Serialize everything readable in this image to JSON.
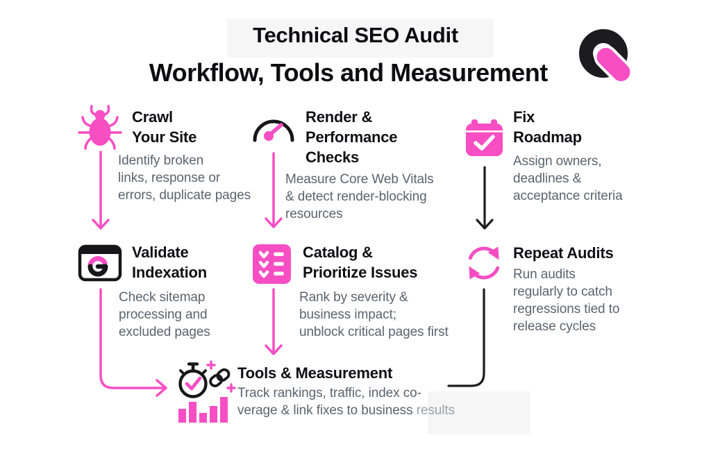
{
  "header": {
    "title_line1": "Technical SEO Audit",
    "title_line2": "Workflow, Tools and Measurement"
  },
  "logo": {
    "name": "brand-q-logo"
  },
  "colors": {
    "pink": "#F74EC3",
    "ink": "#17171b",
    "muted": "#5a646e",
    "lightbox": "#f6f6f7"
  },
  "steps": [
    {
      "id": "crawl-your-site",
      "icon": "bug-icon",
      "title": "Crawl\nYour Site",
      "description": "Identify broken\nlinks, response or\nerrors, duplicate pages"
    },
    {
      "id": "render-performance-checks",
      "icon": "gauge-icon",
      "title": "Render &\nPerformance\nChecks",
      "description": "Measure Core Web Vitals\n& detect render-blocking\nresources"
    },
    {
      "id": "fix-roadmap",
      "icon": "calendar-check-icon",
      "title": "Fix\nRoadmap",
      "description": "Assign owners,\ndeadlines &\nacceptance criteria"
    },
    {
      "id": "validate-indexation",
      "icon": "browser-g-icon",
      "title": "Validate\nIndexation",
      "description": "Check sitemap\nprocessing and\nexcluded pages"
    },
    {
      "id": "catalog-prioritize-issues",
      "icon": "checklist-icon",
      "title": "Catalog &\nPrioritize Issues",
      "description": "Rank by severity &\nbusiness impact;\nunblock critical pages first"
    },
    {
      "id": "repeat-audits",
      "icon": "refresh-cycle-icon",
      "title": "Repeat Audits",
      "description": "Run audits\nregularly to catch\nregressions tied to\nrelease cycles"
    }
  ],
  "final_step": {
    "id": "tools-measurement",
    "icon": "stopwatch-link-barchart-icon",
    "title": "Tools & Measurement",
    "description_main": "Track rankings, traffic, index co-\nverage & link fixes to business ",
    "description_light": "results"
  }
}
